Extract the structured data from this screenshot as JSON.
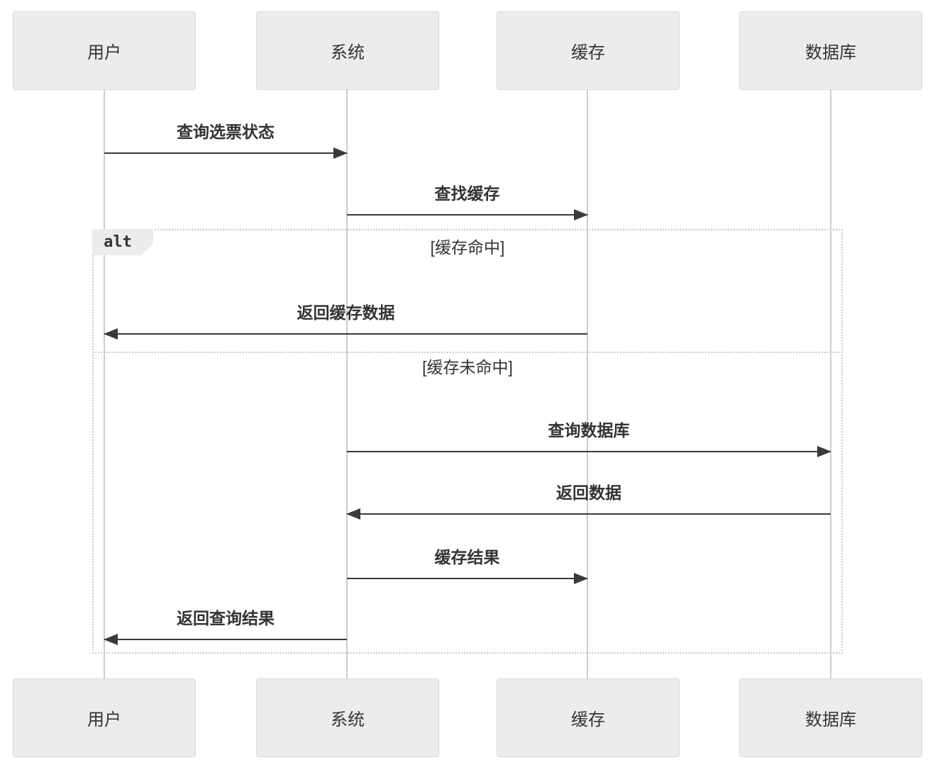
{
  "diagram": {
    "type": "sequence-diagram",
    "actors": [
      {
        "id": "user",
        "label": "用户"
      },
      {
        "id": "system",
        "label": "系统"
      },
      {
        "id": "cache",
        "label": "缓存"
      },
      {
        "id": "database",
        "label": "数据库"
      }
    ],
    "messages": [
      {
        "from": "用户",
        "to": "系统",
        "label": "查询选票状态",
        "arrow": "solid-right"
      },
      {
        "from": "系统",
        "to": "缓存",
        "label": "查找缓存",
        "arrow": "solid-right"
      },
      {
        "from": "缓存",
        "to": "用户",
        "label": "返回缓存数据",
        "arrow": "solid-left",
        "branch": "缓存命中"
      },
      {
        "from": "系统",
        "to": "数据库",
        "label": "查询数据库",
        "arrow": "solid-right",
        "branch": "缓存未命中"
      },
      {
        "from": "数据库",
        "to": "系统",
        "label": "返回数据",
        "arrow": "solid-left",
        "branch": "缓存未命中"
      },
      {
        "from": "系统",
        "to": "缓存",
        "label": "缓存结果",
        "arrow": "solid-right",
        "branch": "缓存未命中"
      },
      {
        "from": "系统",
        "to": "用户",
        "label": "返回查询结果",
        "arrow": "solid-left",
        "branch": "缓存未命中"
      }
    ],
    "alt_block": {
      "label": "alt",
      "guards": [
        "[缓存命中]",
        "[缓存未命中]"
      ]
    },
    "colors": {
      "actor_fill": "#ececec",
      "actor_border": "#d9d9d9",
      "lifeline": "#cccccc",
      "arrow": "#3a3a3a",
      "text": "#333333",
      "frame_border": "#c9c9c9",
      "background": "#ffffff"
    }
  }
}
